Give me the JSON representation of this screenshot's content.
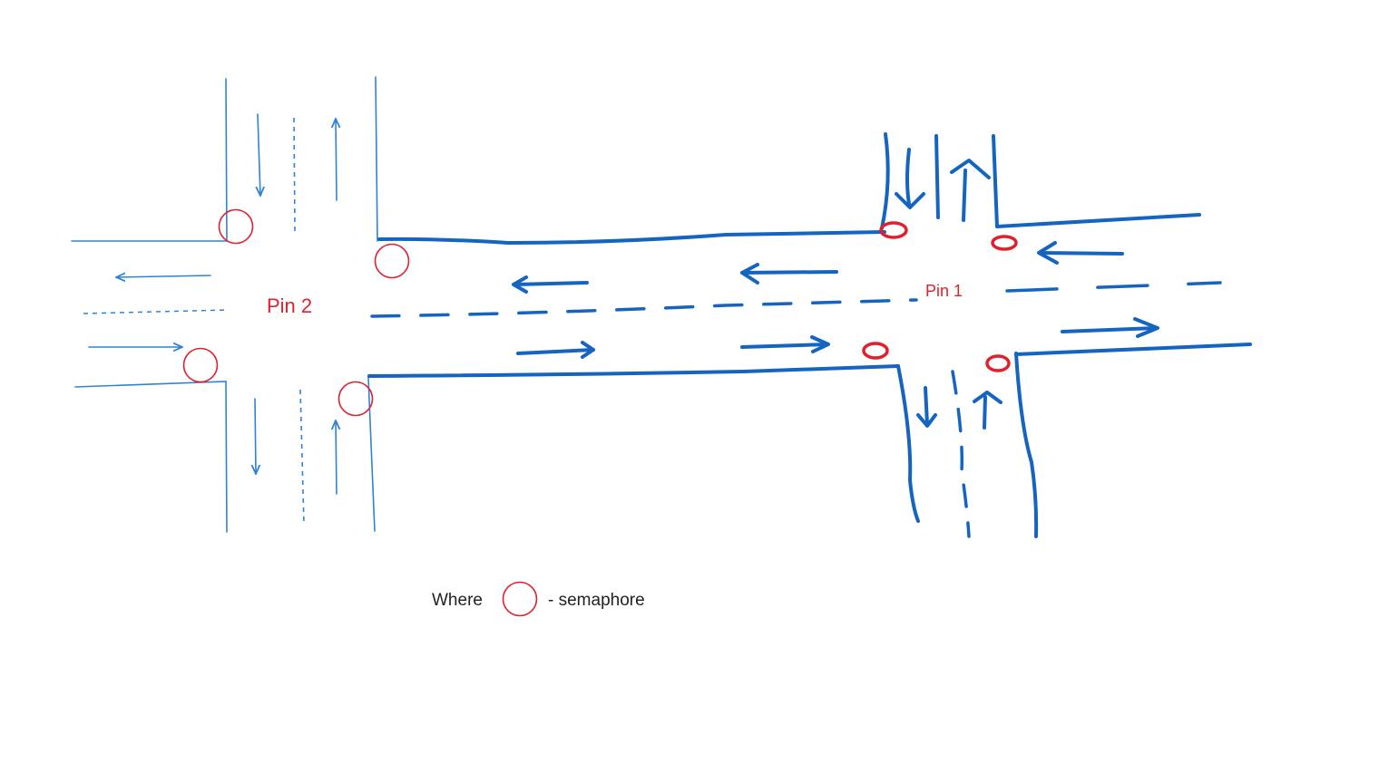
{
  "diagram": {
    "pin2_label": "Pin 2",
    "pin1_label": "Pin 1",
    "legend": {
      "prefix": "Where",
      "suffix": "- semaphore"
    }
  },
  "colors": {
    "road_thin": "#2f83d6",
    "road_thick": "#1565c0",
    "semaphore": "#e0202c"
  }
}
